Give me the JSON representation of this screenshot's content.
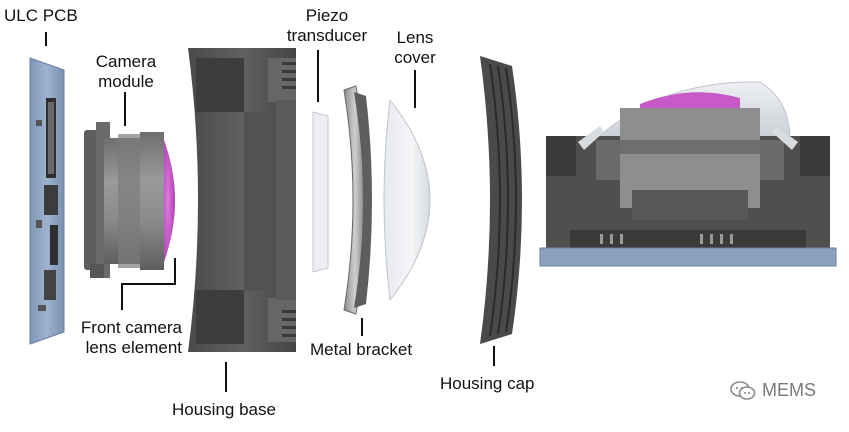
{
  "labels": {
    "ulc_pcb": "ULC PCB",
    "camera_module_1": "Camera",
    "camera_module_2": "module",
    "piezo_1": "Piezo",
    "piezo_2": "transducer",
    "lens_cover_1": "Lens",
    "lens_cover_2": "cover",
    "front_lens_1": "Front camera",
    "front_lens_2": "lens element",
    "metal_bracket": "Metal bracket",
    "housing_cap": "Housing cap",
    "housing_base": "Housing base"
  },
  "watermark": {
    "text": "MEMS",
    "icon": "wechat-icon"
  },
  "colors": {
    "pcb": "#8aa2c0",
    "housing": "#555555",
    "lens_magenta": "#c04fc0",
    "leader": "#111111"
  }
}
